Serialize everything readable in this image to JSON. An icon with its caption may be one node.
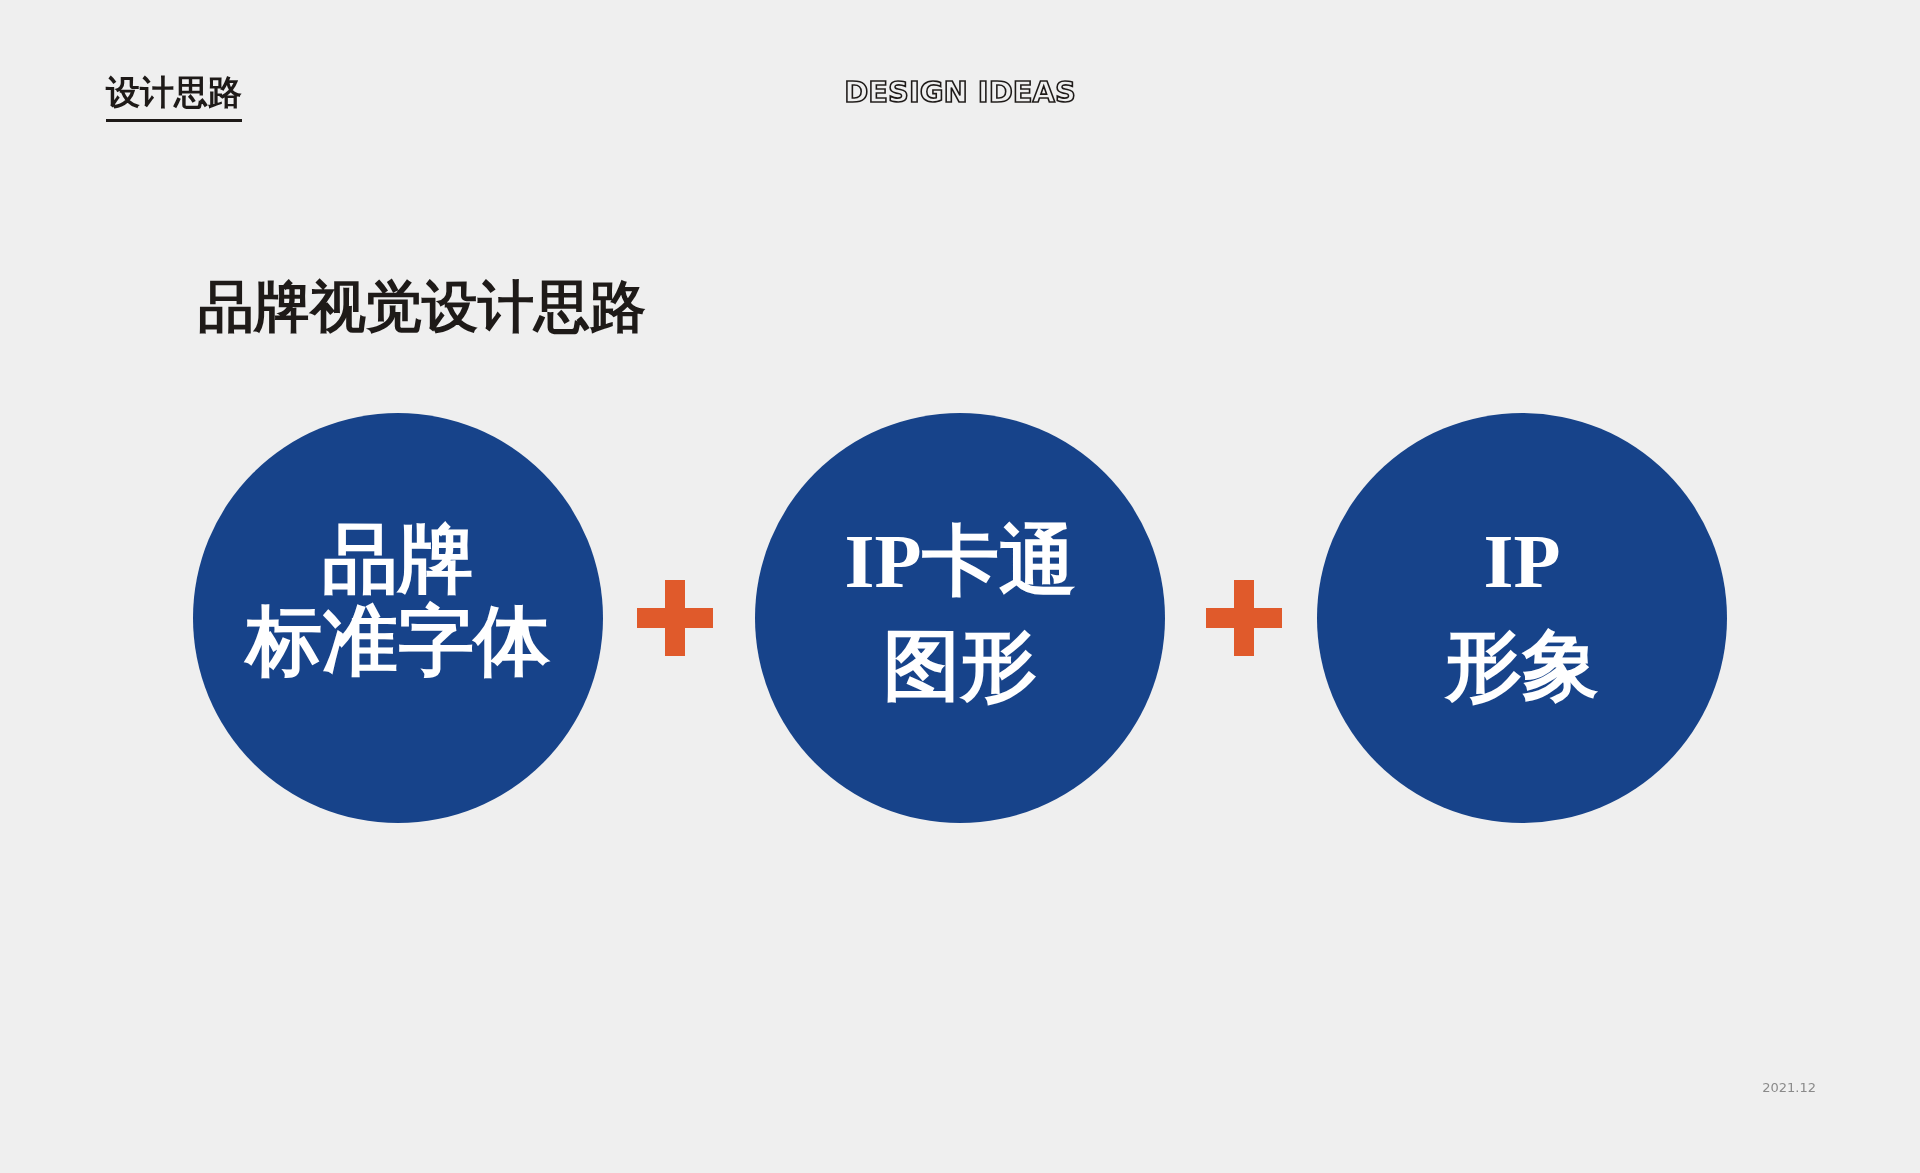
{
  "diagram": {
    "title": "品牌视觉设计思路",
    "nodes": [
      {
        "text": [
          "品牌标准字体"
        ]
      },
      {
        "text": [
          "IP卡通图形"
        ]
      },
      {
        "text": [
          "IP形象"
        ]
      }
    ],
    "labels": [
      "设计思路",
      "DESIGN IDEAS",
      "2021.12"
    ]
  }
}
